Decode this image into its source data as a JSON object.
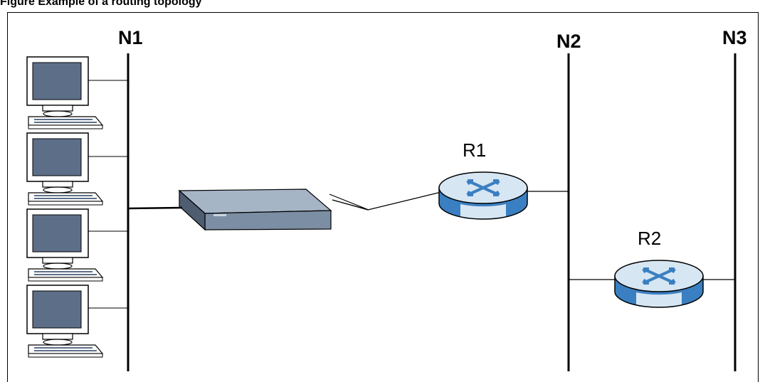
{
  "figure": {
    "caption": "Figure    Example of a routing topology"
  },
  "networks": [
    {
      "id": "n1",
      "label": "N1"
    },
    {
      "id": "n2",
      "label": "N2"
    },
    {
      "id": "n3",
      "label": "N3"
    }
  ],
  "routers": [
    {
      "id": "r1",
      "label": "R1"
    },
    {
      "id": "r2",
      "label": "R2"
    }
  ],
  "colors": {
    "monitor_screen": "#5d6f88",
    "monitor_body": "#ffffff",
    "switch_top": "#a6b5c6",
    "switch_front": "#7c8ea3",
    "router_blue": "#3a7fc1",
    "router_light": "#d7e6f3"
  }
}
